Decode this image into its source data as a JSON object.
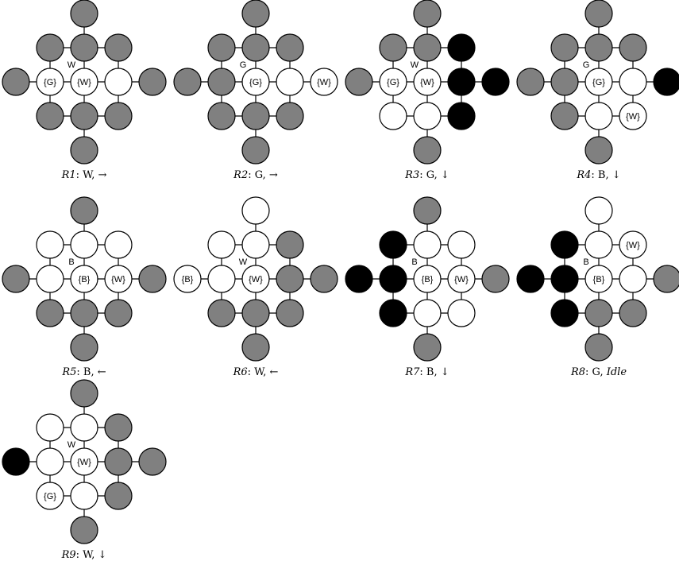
{
  "palette": {
    "white": "#ffffff",
    "grey": "#808080",
    "black": "#000000",
    "stroke": "#000000"
  },
  "panels": [
    {
      "id": "R1",
      "caption": {
        "round": "R1",
        "color": "W",
        "action": "→"
      },
      "robot_label": "W",
      "nodes": {
        "top": "grey",
        "ul": "grey",
        "uc": "grey",
        "ur": "grey",
        "ll": "grey",
        "ml": "white",
        "mc": "white",
        "mr": "white",
        "rr": "grey",
        "dl": "grey",
        "dc": "grey",
        "dr": "grey",
        "bot": "grey"
      },
      "node_labels": {
        "ml": "{G}",
        "mc": "{W}"
      }
    },
    {
      "id": "R2",
      "caption": {
        "round": "R2",
        "color": "G",
        "action": "→"
      },
      "robot_label": "G",
      "nodes": {
        "top": "grey",
        "ul": "grey",
        "uc": "grey",
        "ur": "grey",
        "ll": "grey",
        "ml": "grey",
        "mc": "white",
        "mr": "white",
        "rr": "white",
        "dl": "grey",
        "dc": "grey",
        "dr": "grey",
        "bot": "grey"
      },
      "node_labels": {
        "mc": "{G}",
        "rr": "{W}"
      }
    },
    {
      "id": "R3",
      "caption": {
        "round": "R3",
        "color": "G",
        "action": "↓"
      },
      "robot_label": "W",
      "nodes": {
        "top": "grey",
        "ul": "grey",
        "uc": "grey",
        "ur": "black",
        "ll": "grey",
        "ml": "white",
        "mc": "white",
        "mr": "black",
        "rr": "black",
        "dl": "white",
        "dc": "white",
        "dr": "black",
        "bot": "grey"
      },
      "node_labels": {
        "ml": "{G}",
        "mc": "{W}"
      }
    },
    {
      "id": "R4",
      "caption": {
        "round": "R4",
        "color": "B",
        "action": "↓"
      },
      "robot_label": "G",
      "nodes": {
        "top": "grey",
        "ul": "grey",
        "uc": "grey",
        "ur": "grey",
        "ll": "grey",
        "ml": "grey",
        "mc": "white",
        "mr": "white",
        "rr": "black",
        "dl": "grey",
        "dc": "white",
        "dr": "white",
        "bot": "grey"
      },
      "node_labels": {
        "mc": "{G}",
        "dr": "{W}"
      }
    },
    {
      "id": "R5",
      "caption": {
        "round": "R5",
        "color": "B",
        "action": "←"
      },
      "robot_label": "B",
      "nodes": {
        "top": "grey",
        "ul": "white",
        "uc": "white",
        "ur": "white",
        "ll": "grey",
        "ml": "white",
        "mc": "white",
        "mr": "white",
        "rr": "grey",
        "dl": "grey",
        "dc": "grey",
        "dr": "grey",
        "bot": "grey"
      },
      "node_labels": {
        "mc": "{B}",
        "mr": "{W}"
      }
    },
    {
      "id": "R6",
      "caption": {
        "round": "R6",
        "color": "W",
        "action": "←"
      },
      "robot_label": "W",
      "nodes": {
        "top": "white",
        "ul": "white",
        "uc": "white",
        "ur": "grey",
        "ll": "white",
        "ml": "white",
        "mc": "white",
        "mr": "grey",
        "rr": "grey",
        "dl": "grey",
        "dc": "grey",
        "dr": "grey",
        "bot": "grey"
      },
      "node_labels": {
        "ll": "{B}",
        "mc": "{W}"
      }
    },
    {
      "id": "R7",
      "caption": {
        "round": "R7",
        "color": "B",
        "action": "↓"
      },
      "robot_label": "B",
      "nodes": {
        "top": "grey",
        "ul": "black",
        "uc": "white",
        "ur": "white",
        "ll": "black",
        "ml": "black",
        "mc": "white",
        "mr": "white",
        "rr": "grey",
        "dl": "black",
        "dc": "white",
        "dr": "white",
        "bot": "grey"
      },
      "node_labels": {
        "mc": "{B}",
        "mr": "{W}"
      }
    },
    {
      "id": "R8",
      "caption": {
        "round": "R8",
        "color": "G",
        "action": "Idle"
      },
      "robot_label": "B",
      "nodes": {
        "top": "white",
        "ul": "black",
        "uc": "white",
        "ur": "white",
        "ll": "black",
        "ml": "black",
        "mc": "white",
        "mr": "white",
        "rr": "grey",
        "dl": "black",
        "dc": "grey",
        "dr": "grey",
        "bot": "grey"
      },
      "node_labels": {
        "mc": "{B}",
        "ur": "{W}"
      }
    },
    {
      "id": "R9",
      "caption": {
        "round": "R9",
        "color": "W",
        "action": "↓"
      },
      "robot_label": "W",
      "nodes": {
        "top": "grey",
        "ul": "white",
        "uc": "white",
        "ur": "grey",
        "ll": "black",
        "ml": "white",
        "mc": "white",
        "mr": "grey",
        "rr": "grey",
        "dl": "white",
        "dc": "white",
        "dr": "grey",
        "bot": "grey"
      },
      "node_labels": {
        "mc": "{W}",
        "dl": "{G}"
      }
    }
  ]
}
